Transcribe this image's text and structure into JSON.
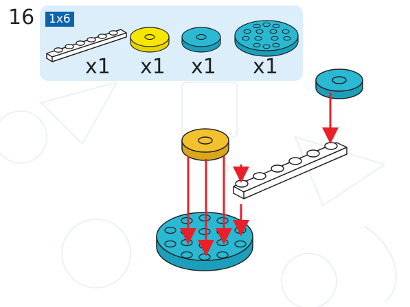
{
  "step": {
    "number": "16"
  },
  "parts_panel": {
    "size_label": "1x6",
    "parts": [
      {
        "icon": "white-1x6-plate-icon",
        "color": "#ffffff",
        "quantity": "x1"
      },
      {
        "icon": "yellow-round-tile-icon",
        "color": "#f7e600",
        "quantity": "x1"
      },
      {
        "icon": "cyan-round-tile-icon",
        "color": "#2ab8d3",
        "quantity": "x1"
      },
      {
        "icon": "cyan-round-plate-icon",
        "color": "#2ab8d3",
        "quantity": "x1"
      }
    ]
  },
  "colors": {
    "panel": "#dbeef9",
    "badge": "#0a63ad",
    "arrow": "#e8202a",
    "yellow_assembly": "#f2c22e"
  }
}
